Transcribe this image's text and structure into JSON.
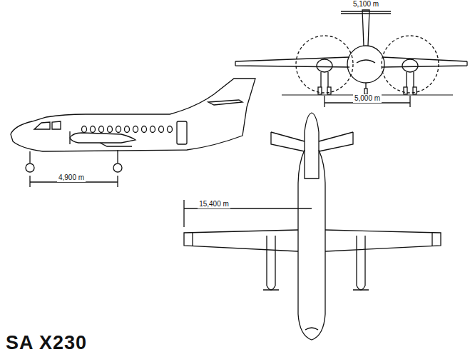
{
  "diagram": {
    "title": "SA X230",
    "labels": [
      "5,100 m",
      "5,000 m",
      "4,900 m",
      "15,400 m"
    ]
  }
}
